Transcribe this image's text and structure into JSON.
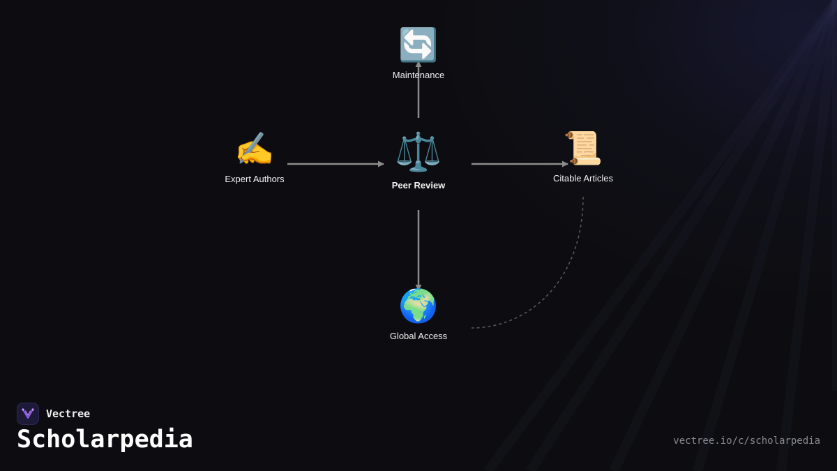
{
  "diagram": {
    "nodes": [
      {
        "id": "maintenance",
        "icon": "🔄",
        "icon_name": "cycle-arrows-icon",
        "label": "Maintenance"
      },
      {
        "id": "expert-authors",
        "icon": "✍️",
        "icon_name": "writing-hand-icon",
        "label": "Expert Authors"
      },
      {
        "id": "peer-review",
        "icon": "⚖️",
        "icon_name": "balance-scale-icon",
        "label": "Peer Review"
      },
      {
        "id": "citable-articles",
        "icon": "📜",
        "icon_name": "scroll-icon",
        "label": "Citable Articles"
      },
      {
        "id": "global-access",
        "icon": "🌍",
        "icon_name": "globe-icon",
        "label": "Global Access"
      }
    ],
    "edges": [
      {
        "from": "expert-authors",
        "to": "peer-review",
        "style": "solid"
      },
      {
        "from": "peer-review",
        "to": "citable-articles",
        "style": "solid"
      },
      {
        "from": "peer-review",
        "to": "maintenance",
        "style": "solid"
      },
      {
        "from": "peer-review",
        "to": "global-access",
        "style": "solid"
      },
      {
        "from": "citable-articles",
        "to": "global-access",
        "style": "dashed"
      }
    ]
  },
  "footer": {
    "brand_name": "Vectree",
    "title": "Scholarpedia",
    "url": "vectree.io/c/scholarpedia"
  },
  "colors": {
    "background": "#0d0d11",
    "edge": "#8c8c8c",
    "dashed_edge": "#55555c",
    "label": "#f2f2f2",
    "brand_accent": "#9b5cf0"
  }
}
